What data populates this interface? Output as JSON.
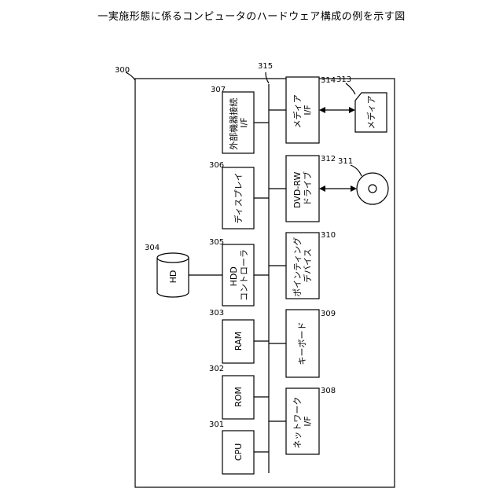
{
  "caption": "一実施形態に係るコンピュータのハードウェア構成の例を示す図",
  "refs": {
    "frame": "300",
    "cpu": "301",
    "rom": "302",
    "ram": "303",
    "hd": "304",
    "hdd_ctrl": "305",
    "display": "306",
    "ext_if": "307",
    "net_if": "308",
    "keyboard": "309",
    "pointing": "310",
    "disc": "311",
    "dvd": "312",
    "media": "313",
    "media_if": "314",
    "bus": "315"
  },
  "labels": {
    "cpu": [
      "CPU"
    ],
    "rom": [
      "ROM"
    ],
    "ram": [
      "RAM"
    ],
    "hd": [
      "HD"
    ],
    "hdd_ctrl": [
      "HDD",
      "コントローラ"
    ],
    "display": [
      "ディスプレイ"
    ],
    "ext_if": [
      "外部機器接続",
      "I/F"
    ],
    "net_if": [
      "ネットワーク",
      "I/F"
    ],
    "keyboard": [
      "キーボード"
    ],
    "pointing": [
      "ポインティング",
      "デバイス"
    ],
    "dvd": [
      "DVD-RW",
      "ドライブ"
    ],
    "media_if": [
      "メディア",
      "I/F"
    ],
    "media": [
      "メディア"
    ]
  }
}
